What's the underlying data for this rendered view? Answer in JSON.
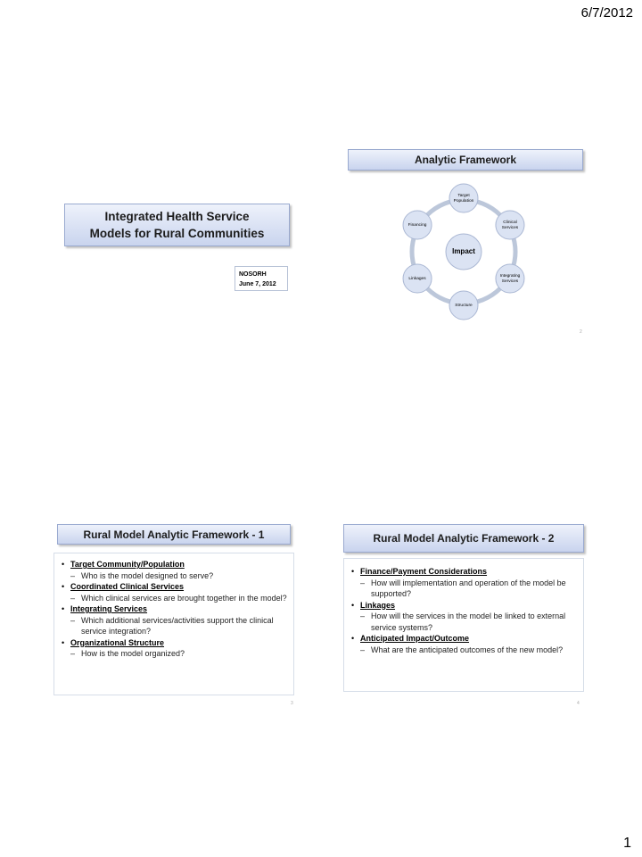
{
  "date": "6/7/2012",
  "page_number": "1",
  "slide1": {
    "title": "Integrated Health Service Models for Rural Communities",
    "org": "NOSORH",
    "date": "June 7, 2012"
  },
  "slide2": {
    "title": "Analytic Framework",
    "center": "Impact",
    "nodes": [
      "Target Population",
      "Clinical Services",
      "Integrating Services",
      "Structure",
      "Linkages",
      "Financing"
    ],
    "slide_num": "2"
  },
  "slide3": {
    "title": "Rural Model Analytic Framework - 1",
    "items": [
      {
        "label": "Target Community/Population",
        "sub": "Who is the model designed to serve?"
      },
      {
        "label": "Coordinated Clinical Services",
        "sub": "Which clinical services are brought together in the model?"
      },
      {
        "label": "Integrating Services",
        "sub": "Which additional services/activities support the clinical service integration?"
      },
      {
        "label": "Organizational Structure",
        "sub": "How is the model organized?"
      }
    ],
    "slide_num": "3"
  },
  "slide4": {
    "title": "Rural Model Analytic Framework - 2",
    "items": [
      {
        "label": "Finance/Payment Considerations",
        "sub": "How will implementation and operation of  the model be supported?"
      },
      {
        "label": "Linkages",
        "sub": "How will the services in the model be linked to external service systems?"
      },
      {
        "label": "Anticipated Impact/Outcome",
        "sub": "What are the anticipated outcomes of the new model?"
      }
    ],
    "slide_num": "4"
  }
}
